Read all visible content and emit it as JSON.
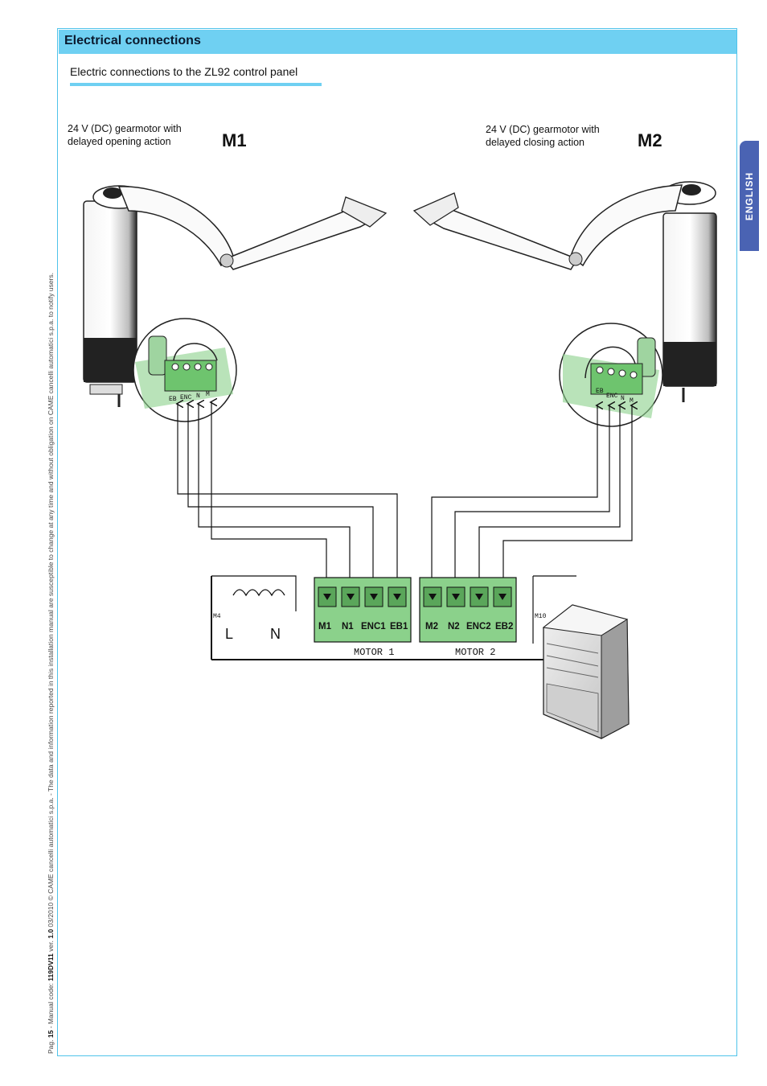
{
  "header": {
    "title": "Electrical connections"
  },
  "subtitle": "Electric connections to the ZL92  control panel",
  "motors": [
    {
      "desc_line1": "24 V (DC) gearmotor with",
      "desc_line2": "delayed opening action",
      "id": "M1"
    },
    {
      "desc_line1": "24 V (DC) gearmotor with",
      "desc_line2": "delayed closing action",
      "id": "M2"
    }
  ],
  "language_tab": "ENGLISH",
  "connector_labels": [
    "EB",
    "ENC",
    "N",
    "M"
  ],
  "terminal_block": {
    "motor1_labels": [
      "M1",
      "N1",
      "ENC1",
      "EB1"
    ],
    "motor2_labels": [
      "M2",
      "N2",
      "ENC2",
      "EB2"
    ],
    "motor1_caption": "MOTOR 1",
    "motor2_caption": "MOTOR 2",
    "left_block_id": "M4",
    "right_block_id": "M10",
    "power_labels": [
      "L",
      "N"
    ]
  },
  "footer": {
    "page_prefix": "Pag. ",
    "page_number": "15",
    "code_prefix": " - Manual code: ",
    "manual_code": "119DV11",
    "ver_prefix": " ver. ",
    "version": "1.0",
    "legal": " 03/2010 © CAME cancelli automatici s.p.a. - The data and information reported in this installation manual are susceptible to change at any time and without obligation on CAME cancelli automatici s.p.a. to notify users."
  },
  "colors": {
    "header_bg": "#6fd0f2",
    "tab_bg": "#4a63b3",
    "terminal_green": "#8bd18b"
  }
}
